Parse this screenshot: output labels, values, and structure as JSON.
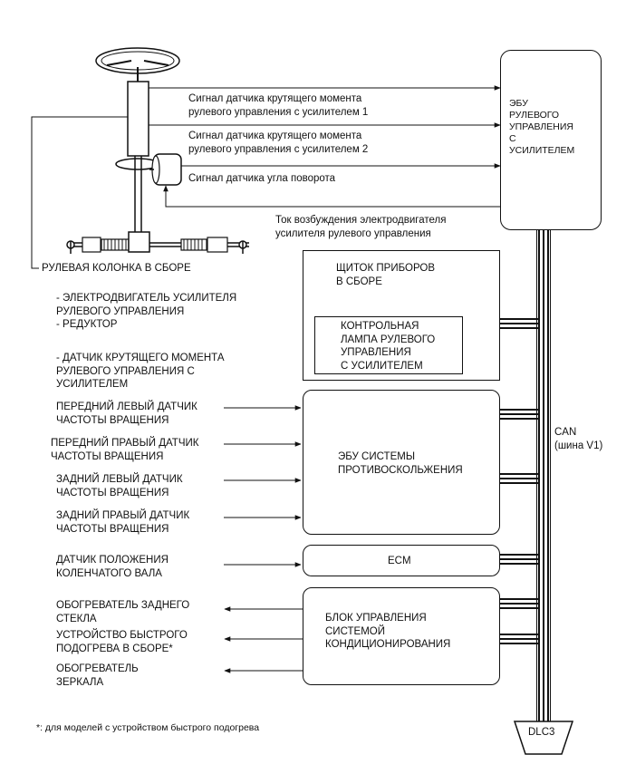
{
  "ecu_eps": "ЭБУ\nРУЛЕВОГО\nУПРАВЛЕНИЯ\nС\nУСИЛИТЕЛЕМ",
  "signals": {
    "torque1": "Сигнал датчика крутящего момента\nрулевого управления с усилителем 1",
    "torque2": "Сигнал датчика крутящего момента\nрулевого управления с усилителем 2",
    "steering_angle": "Сигнал датчика угла поворота",
    "motor_current": "Ток возбуждения электродвигателя\nусилителя рулевого управления"
  },
  "steering_column": {
    "title": "РУЛЕВАЯ КОЛОНКА В СБОРЕ",
    "parts1": "- ЭЛЕКТРОДВИГАТЕЛЬ УСИЛИТЕЛЯ\nРУЛЕВОГО УПРАВЛЕНИЯ\n- РЕДУКТОР",
    "parts2": "- ДАТЧИК КРУТЯЩЕГО МОМЕНТА\nРУЛЕВОГО УПРАВЛЕНИЯ С\nУСИЛИТЕЛЕМ"
  },
  "combination_meter": {
    "title": "ЩИТОК ПРИБОРОВ\nВ СБОРЕ",
    "lamp": "КОНТРОЛЬНАЯ\nЛАМПА РУЛЕВОГО\nУПРАВЛЕНИЯ\nС УСИЛИТЕЛЕМ"
  },
  "sensors": {
    "fl": "ПЕРЕДНИЙ ЛЕВЫЙ ДАТЧИК\nЧАСТОТЫ ВРАЩЕНИЯ",
    "fr": "ПЕРЕДНИЙ ПРАВЫЙ ДАТЧИК\nЧАСТОТЫ ВРАЩЕНИЯ",
    "rl": "ЗАДНИЙ ЛЕВЫЙ ДАТЧИК\nЧАСТОТЫ ВРАЩЕНИЯ",
    "rr": "ЗАДНИЙ ПРАВЫЙ ДАТЧИК\nЧАСТОТЫ ВРАЩЕНИЯ",
    "crank": "ДАТЧИК ПОЛОЖЕНИЯ\nКОЛЕНЧАТОГО ВАЛА"
  },
  "skid_ecu": "ЭБУ СИСТЕМЫ\nПРОТИВОСКОЛЬЖЕНИЯ",
  "ecm": "ECM",
  "ac_unit": "БЛОК УПРАВЛЕНИЯ\nСИСТЕМОЙ\nКОНДИЦИОНИРОВАНИЯ",
  "outputs": {
    "rear_defogger": "ОБОГРЕВАТЕЛЬ ЗАДНЕГО\nСТЕКЛА",
    "quick_heater": "УСТРОЙСТВО БЫСТРОГО\nПОДОГРЕВА В СБОРЕ*",
    "mirror_heater": "ОБОГРЕВАТЕЛЬ\nЗЕРКАЛА"
  },
  "can_label": "CAN\n(шина V1)",
  "dlc3": "DLC3",
  "footnote": "*: для моделей с устройством быстрого подогрева"
}
